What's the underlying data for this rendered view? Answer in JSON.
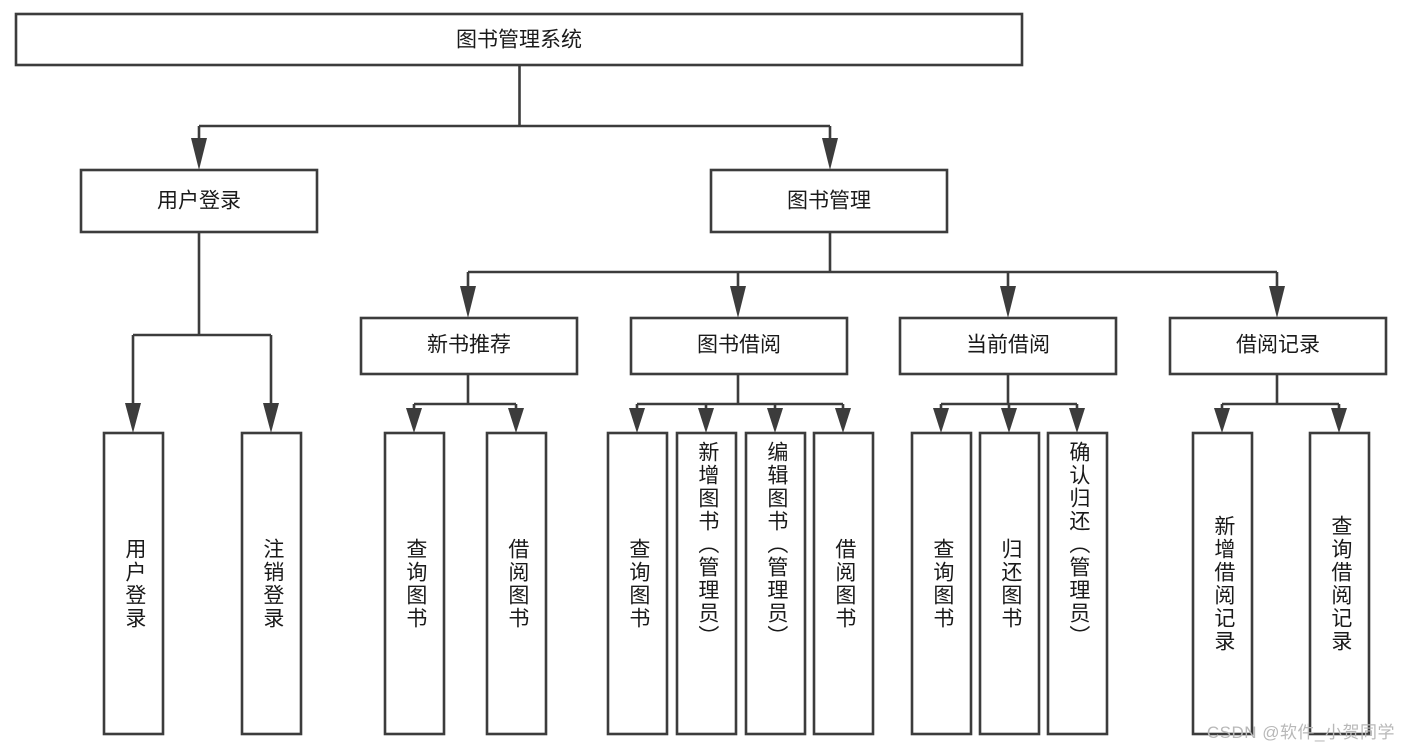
{
  "diagram": {
    "type": "tree",
    "title": "图书管理系统",
    "root": {
      "id": "root",
      "label": "图书管理系统",
      "orientation": "horizontal"
    },
    "level2": [
      {
        "id": "user-login",
        "label": "用户登录",
        "orientation": "horizontal"
      },
      {
        "id": "book-manage",
        "label": "图书管理",
        "orientation": "horizontal"
      }
    ],
    "level3": [
      {
        "id": "new-book-rec",
        "label": "新书推荐",
        "orientation": "horizontal",
        "parent": "book-manage"
      },
      {
        "id": "book-borrow",
        "label": "图书借阅",
        "orientation": "horizontal",
        "parent": "book-manage"
      },
      {
        "id": "current-borrow",
        "label": "当前借阅",
        "orientation": "horizontal",
        "parent": "book-manage"
      },
      {
        "id": "borrow-record",
        "label": "借阅记录",
        "orientation": "horizontal",
        "parent": "book-manage"
      }
    ],
    "leaves": [
      {
        "id": "leaf-user-login",
        "label": "用户登录",
        "orientation": "vertical",
        "parent": "user-login"
      },
      {
        "id": "leaf-user-logout",
        "label": "注销登录",
        "orientation": "vertical",
        "parent": "user-login"
      },
      {
        "id": "leaf-query-book-1",
        "label": "查询图书",
        "orientation": "vertical",
        "parent": "new-book-rec"
      },
      {
        "id": "leaf-borrow-book-1",
        "label": "借阅图书",
        "orientation": "vertical",
        "parent": "new-book-rec"
      },
      {
        "id": "leaf-query-book-2",
        "label": "查询图书",
        "orientation": "vertical",
        "parent": "book-borrow"
      },
      {
        "id": "leaf-add-book",
        "label": "新增图书（管理员）",
        "orientation": "vertical",
        "parent": "book-borrow"
      },
      {
        "id": "leaf-edit-book",
        "label": "编辑图书（管理员）",
        "orientation": "vertical",
        "parent": "book-borrow"
      },
      {
        "id": "leaf-borrow-book-2",
        "label": "借阅图书",
        "orientation": "vertical",
        "parent": "book-borrow"
      },
      {
        "id": "leaf-query-book-3",
        "label": "查询图书",
        "orientation": "vertical",
        "parent": "current-borrow"
      },
      {
        "id": "leaf-return-book",
        "label": "归还图书",
        "orientation": "vertical",
        "parent": "current-borrow"
      },
      {
        "id": "leaf-confirm-return",
        "label": "确认归还（管理员）",
        "orientation": "vertical",
        "parent": "current-borrow"
      },
      {
        "id": "leaf-add-record",
        "label": "新增借阅记录",
        "orientation": "vertical",
        "parent": "borrow-record"
      },
      {
        "id": "leaf-query-record",
        "label": "查询借阅记录",
        "orientation": "vertical",
        "parent": "borrow-record"
      }
    ],
    "colors": {
      "box_fill": "#ffffff",
      "box_stroke": "#3c3c3c",
      "connector": "#3c3c3c",
      "text": "#1a1a1a",
      "background": "#ffffff",
      "watermark": "#b8b8b8"
    }
  },
  "watermark": {
    "text": "CSDN @软件_小贺同学"
  }
}
